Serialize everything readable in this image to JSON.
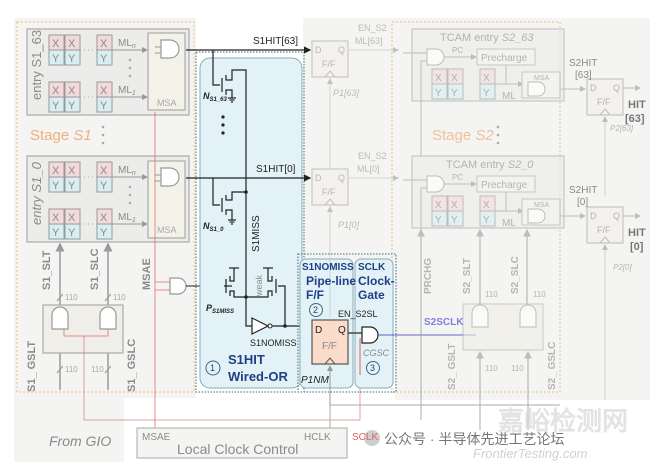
{
  "stage1": {
    "title_prefix": "Stage ",
    "title_italic": "S1",
    "entry_top": "entry S1_63",
    "entry_bottom": "entry S1_0",
    "ml_n": "ML",
    "ml_n_sub": "n",
    "ml_1": "ML",
    "ml_1_sub": "1",
    "msa": "MSA",
    "x": "X",
    "y": "Y",
    "s1_slt": "S1_SLT",
    "s1_slc": "S1_SLC",
    "msae": "MSAE",
    "s1_gslt": "S1_ GSLT",
    "s1_gslc": "S1_ GSLC",
    "bus_width": "110"
  },
  "wired_or": {
    "s1hit_63": "S1HIT[63]",
    "s1hit_0": "S1HIT[0]",
    "n_top": "N",
    "n_top_sub": "S1_63",
    "n_bot": "N",
    "n_bot_sub": "S1_0",
    "s1miss": "S1MISS",
    "p_miss": "P",
    "p_miss_sub": "S1MISS",
    "weak": "weak",
    "s1nomiss": "S1NOMISS",
    "title_line1": "S1HIT",
    "title_line2": "Wired-OR",
    "num": "1"
  },
  "pipeline": {
    "header": "S1NOMISS",
    "line1": "Pipe-line",
    "line2": "F/F",
    "num": "2",
    "ff_d": "D",
    "ff_q": "Q",
    "ff_label": "F/F",
    "p1nm": "P1NM"
  },
  "clockgate": {
    "header": "SCLK",
    "line1": "Clock-",
    "line2": "Gate",
    "en_s2sl": "EN_S2SL",
    "cgsc": "CGSC",
    "num": "3"
  },
  "p1_ff": {
    "top_label": "P1[63]",
    "bot_label": "P1[0]",
    "en_top_1": "EN_S2",
    "en_top_2": "ML[63]",
    "en_bot_1": "EN_S2",
    "en_bot_2": "ML[0]",
    "d": "D",
    "q": "Q",
    "ff": "F/F"
  },
  "stage2": {
    "title_prefix": "Stage ",
    "title_italic": "S2",
    "entry_top_prefix": "TCAM entry ",
    "entry_top_italic": "S2_63",
    "entry_bot_prefix": "TCAM entry ",
    "entry_bot_italic": "S2_0",
    "pc": "PC",
    "precharge": "Precharge",
    "msa": "MSA",
    "ml": "ML",
    "prchg": "PRCHG",
    "s2_slt": "S2_SLT",
    "s2_slc": "S2_SLC",
    "s2sclk": "S2SCLK",
    "s2_gslt": "S2_ GSLT",
    "s2_gslc": "S2_ GSLC"
  },
  "p2_ff": {
    "s2hit_63a": "S2HIT",
    "s2hit_63b": "[63]",
    "s2hit_0a": "S2HIT",
    "s2hit_0b": "[0]",
    "hit_63a": "HIT",
    "hit_63b": "[63]",
    "hit_0a": "HIT",
    "hit_0b": "[0]",
    "p2_63": "P2[63]",
    "p2_0": "P2[0]"
  },
  "bottom": {
    "from_gio": "From GIO",
    "msae": "MSAE",
    "local_clock_control": "Local Clock Control",
    "hclk": "HCLK",
    "sclk": "SCLK"
  },
  "watermark": {
    "line1": "嘉峪检测网",
    "line2": "公众号 · 半导体先进工艺论坛",
    "line3": "FrontierTesting.com"
  },
  "colors": {
    "stage_border": "#f1c89c",
    "highlight_fill": "#e3f2f6",
    "ff_highlight": "#fbdccb",
    "red_wire": "#e06060",
    "blue_wire": "#4040c0",
    "title_blue": "#1f3f86"
  }
}
